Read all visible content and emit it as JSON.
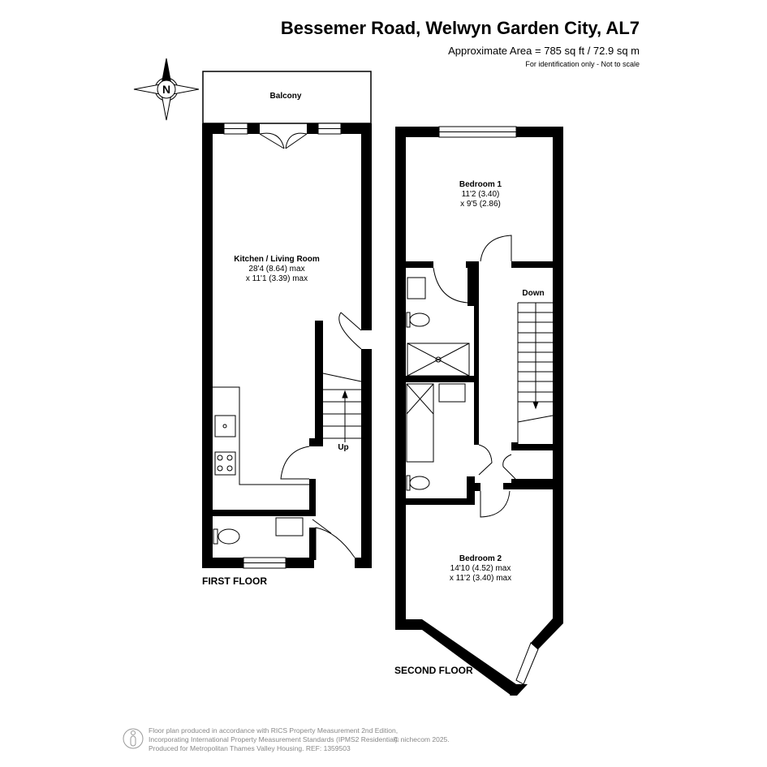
{
  "header": {
    "title": "Bessemer Road, Welwyn Garden City, AL7",
    "area": "Approximate Area = 785 sq ft / 72.9 sq m",
    "note": "For identification only - Not to scale"
  },
  "compass": {
    "label": "N"
  },
  "first_floor": {
    "label": "FIRST FLOOR",
    "balcony": "Balcony",
    "kitchen": {
      "name": "Kitchen / Living Room",
      "dim1": "28'4 (8.64) max",
      "dim2": "x 11'1 (3.39) max"
    },
    "stairs": "Up"
  },
  "second_floor": {
    "label": "SECOND FLOOR",
    "bedroom1": {
      "name": "Bedroom 1",
      "dim1": "11'2 (3.40)",
      "dim2": "x 9'5 (2.86)"
    },
    "bedroom2": {
      "name": "Bedroom 2",
      "dim1": "14'10 (4.52) max",
      "dim2": "x 11'2 (3.40) max"
    },
    "stairs": "Down"
  },
  "footer": {
    "line1": "Floor plan produced in accordance with RICS Property Measurement 2nd Edition,",
    "line2": "Incorporating International Property Measurement Standards (IPMS2 Residential).",
    "line3": "Produced for Metropolitan Thames Valley Housing.   REF: 1359503",
    "copyright": "© nichecom 2025."
  }
}
